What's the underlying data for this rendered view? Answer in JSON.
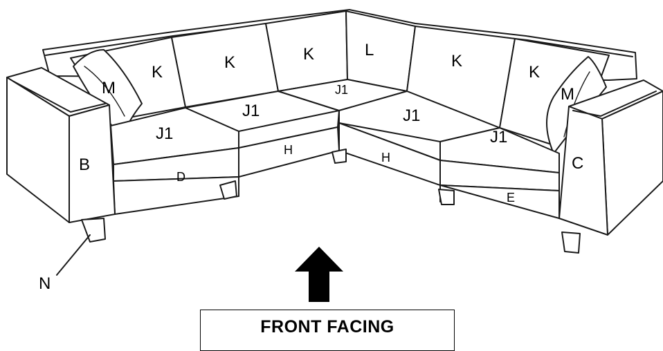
{
  "labels": {
    "m_left": "M",
    "k_1": "K",
    "k_2": "K",
    "k_3": "K",
    "l": "L",
    "k_4": "K",
    "k_5": "K",
    "m_right": "M",
    "j1_1": "J1",
    "j1_2": "J1",
    "j1_corner": "J1",
    "j1_3": "J1",
    "j1_4": "J1",
    "b": "B",
    "c": "C",
    "d": "D",
    "h_left": "H",
    "h_right": "H",
    "e": "E",
    "n": "N"
  },
  "front_facing": "FRONT FACING"
}
